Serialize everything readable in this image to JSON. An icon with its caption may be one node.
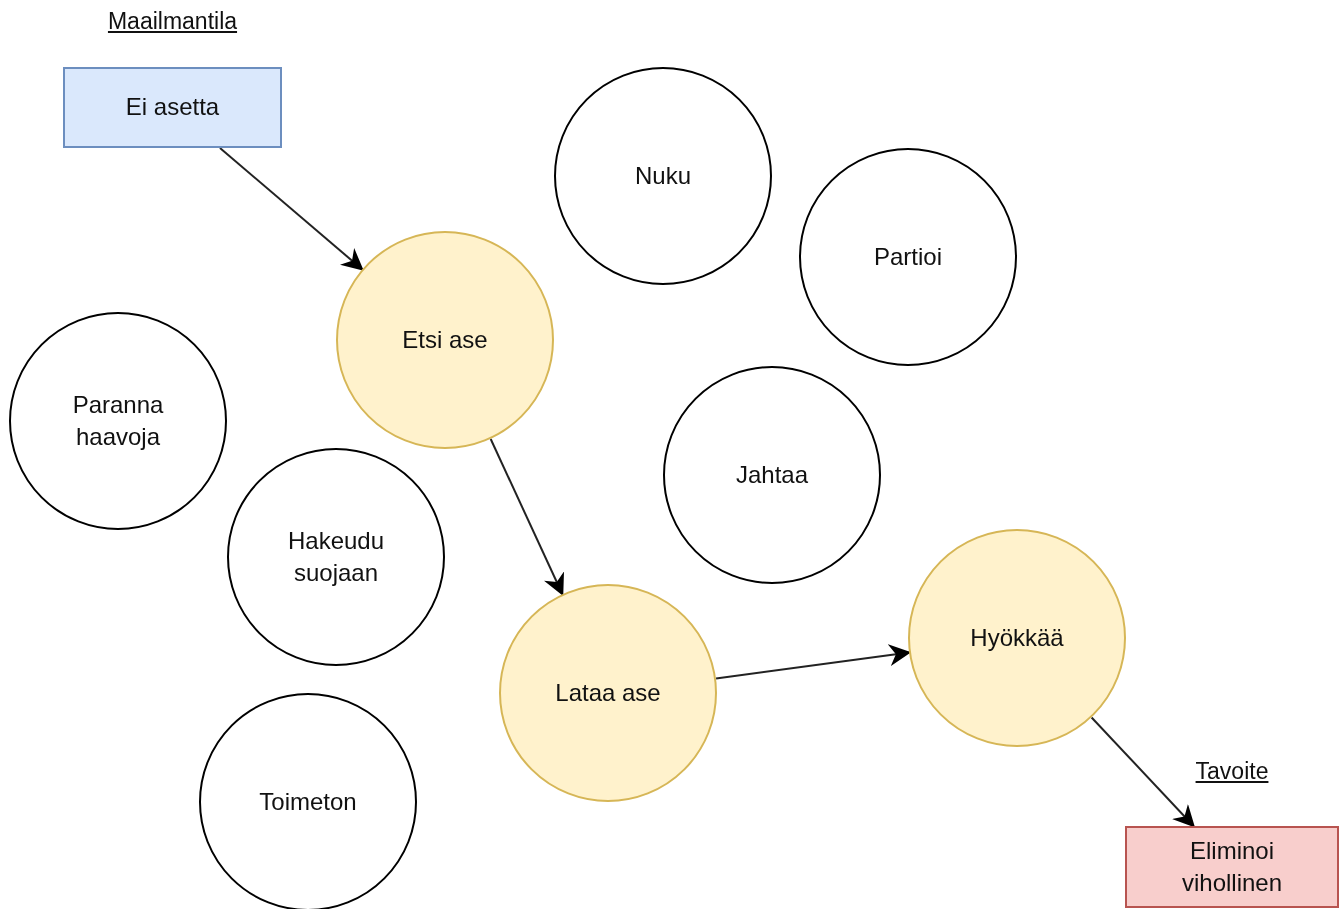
{
  "diagram": {
    "nodes": [
      {
        "text": [
          "Maailmantila",
          "Ei asetta"
        ]
      },
      {
        "text": [
          "Nuku"
        ]
      },
      {
        "text": [
          "Partioi"
        ]
      },
      {
        "text": [
          "Etsi ase"
        ]
      },
      {
        "text": [
          "Paranna haavoja"
        ]
      },
      {
        "text": [
          "Jahtaa"
        ]
      },
      {
        "text": [
          "Hakeudu suojaan"
        ]
      },
      {
        "text": [
          "Lataa ase"
        ]
      },
      {
        "text": [
          "Hyökkää"
        ]
      },
      {
        "text": [
          "Toimeton"
        ]
      },
      {
        "text": [
          "Tavoite",
          "Eliminoi vihollinen"
        ]
      }
    ],
    "edges": [
      {
        "from": 0,
        "to": 3,
        "arrow": "to"
      },
      {
        "from": 3,
        "to": 7,
        "arrow": "to"
      },
      {
        "from": 7,
        "to": 8,
        "arrow": "to"
      },
      {
        "from": 8,
        "to": 10,
        "arrow": "to"
      }
    ]
  }
}
